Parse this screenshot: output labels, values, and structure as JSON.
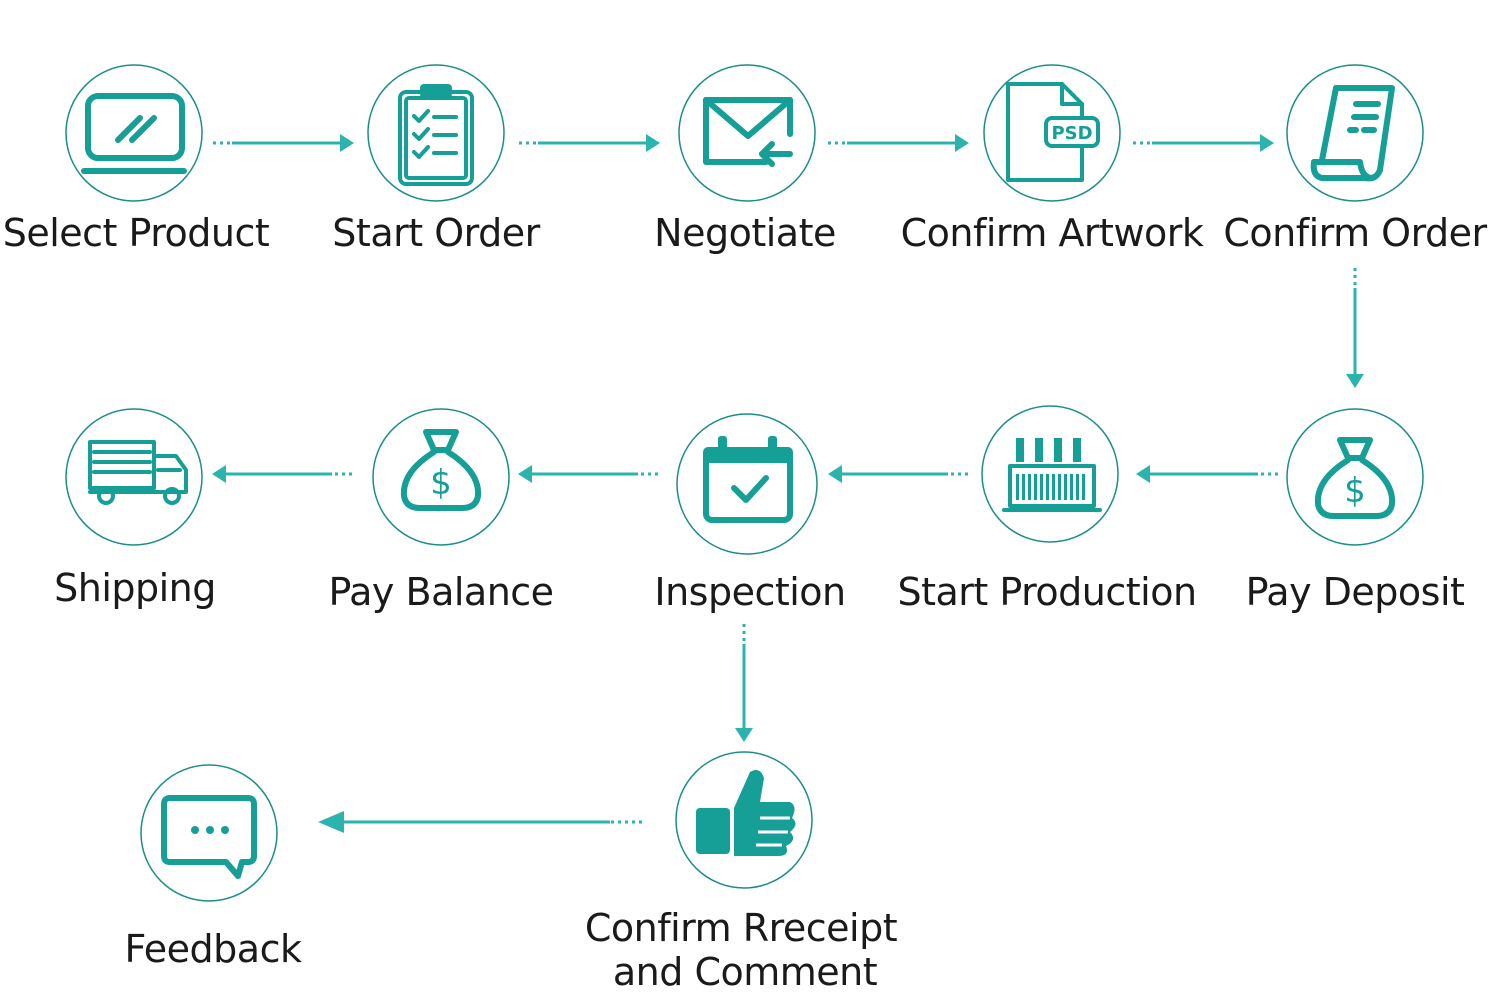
{
  "steps": [
    {
      "id": "select-product",
      "label": "Select Product",
      "icon": "laptop-icon"
    },
    {
      "id": "start-order",
      "label": "Start Order",
      "icon": "clipboard-checklist-icon"
    },
    {
      "id": "negotiate",
      "label": "Negotiate",
      "icon": "envelope-incoming-icon"
    },
    {
      "id": "confirm-artwork",
      "label": "Confirm Artwork",
      "icon": "psd-file-icon"
    },
    {
      "id": "confirm-order",
      "label": "Confirm Order",
      "icon": "receipt-scroll-icon"
    },
    {
      "id": "pay-deposit",
      "label": "Pay Deposit",
      "icon": "money-bag-icon"
    },
    {
      "id": "start-production",
      "label": "Start Production",
      "icon": "factory-icon"
    },
    {
      "id": "inspection",
      "label": "Inspection",
      "icon": "calendar-check-icon"
    },
    {
      "id": "pay-balance",
      "label": "Pay Balance",
      "icon": "money-bag-icon"
    },
    {
      "id": "shipping",
      "label": "Shipping",
      "icon": "delivery-truck-icon"
    },
    {
      "id": "confirm-receipt",
      "label_line1": "Confirm Rreceipt",
      "label_line2": "and Comment",
      "icon": "thumbs-up-icon"
    },
    {
      "id": "feedback",
      "label": "Feedback",
      "icon": "chat-bubble-icon"
    }
  ],
  "colors": {
    "accent": "#159f97",
    "arrow": "#2bb3ad",
    "circle_border": "#1a8f86",
    "text": "#1a1a1a"
  }
}
